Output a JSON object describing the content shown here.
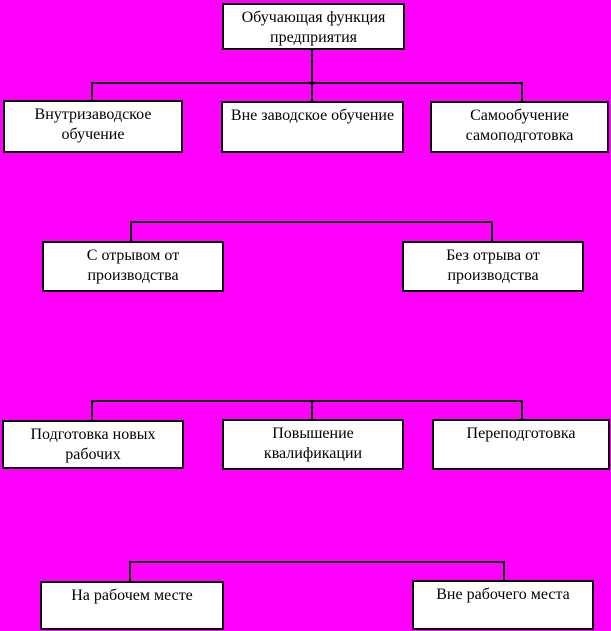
{
  "diagram": {
    "type": "org-chart",
    "background_color": "#FF00FF",
    "box_fill_color": "#FFFFFF",
    "border_color": "#000000",
    "text_color": "#000000",
    "nodes": {
      "root": "Обучающая функция предприятия",
      "internal_training": "Внутризаводское обучение",
      "external_training": "Вне заводское обучение",
      "self_training": "Самообучение самоподготовка",
      "off_production": "С отрывом от производства",
      "on_production": "Без отрыва от производства",
      "new_workers": "Подготовка новых рабочих",
      "upskilling": "Повышение квалификации",
      "retraining": "Переподготовка",
      "at_workplace": "На рабочем месте",
      "off_workplace": "Вне рабочего места"
    },
    "hierarchy": {
      "root": "Обучающая функция предприятия",
      "level2": [
        "Внутризаводское обучение",
        "Вне заводское обучение",
        "Самообучение самоподготовка"
      ],
      "level3": [
        "С отрывом от производства",
        "Без отрыва от производства"
      ],
      "level4": [
        "Подготовка новых рабочих",
        "Повышение квалификации",
        "Переподготовка"
      ],
      "level5": [
        "На рабочем месте",
        "Вне рабочего места"
      ]
    }
  }
}
